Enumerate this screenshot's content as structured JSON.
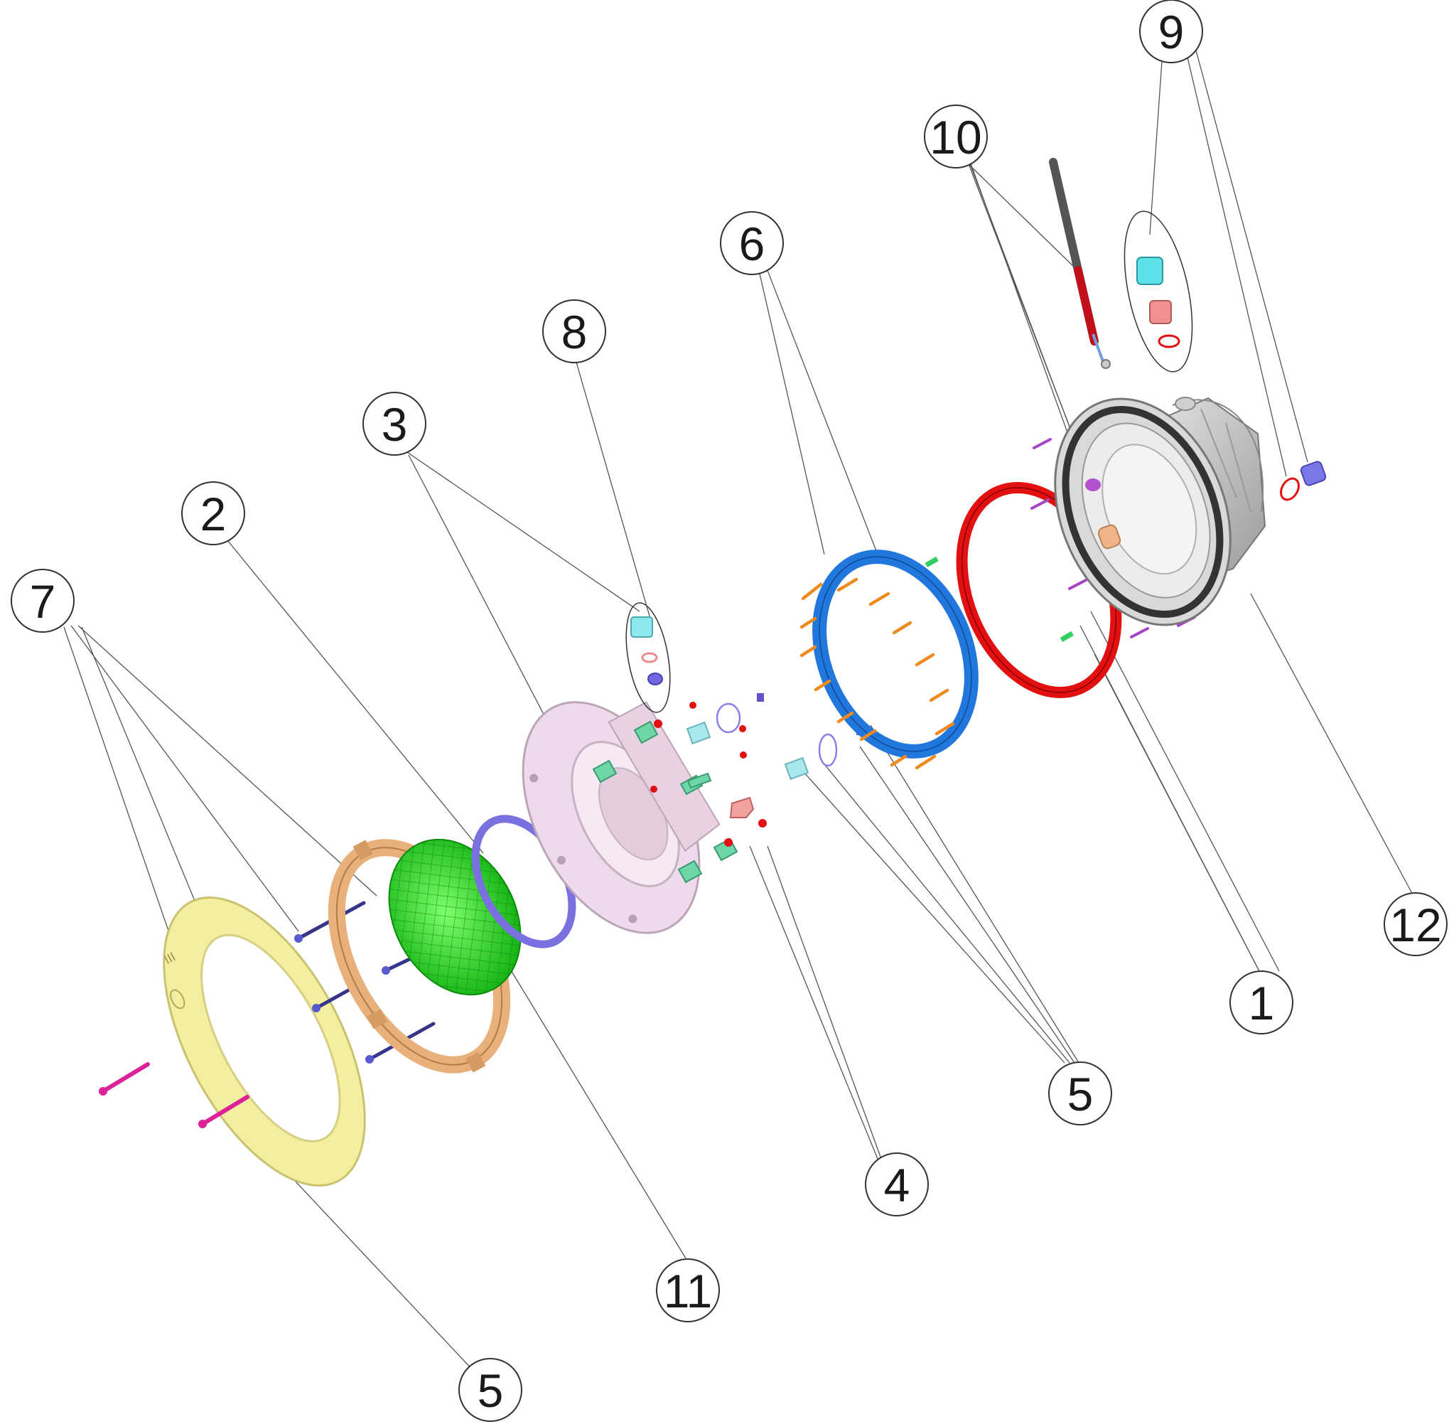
{
  "callouts": [
    {
      "id": "c1",
      "label": "1"
    },
    {
      "id": "c2",
      "label": "2"
    },
    {
      "id": "c3",
      "label": "3"
    },
    {
      "id": "c4",
      "label": "4"
    },
    {
      "id": "c5a",
      "label": "5"
    },
    {
      "id": "c5b",
      "label": "5"
    },
    {
      "id": "c6",
      "label": "6"
    },
    {
      "id": "c7",
      "label": "7"
    },
    {
      "id": "c8",
      "label": "8"
    },
    {
      "id": "c9",
      "label": "9"
    },
    {
      "id": "c10",
      "label": "10"
    },
    {
      "id": "c11",
      "label": "11"
    },
    {
      "id": "c12",
      "label": "12"
    }
  ],
  "colors": {
    "bezel": "#f3ef9e",
    "bracket": "#e8b07a",
    "lamp": "#2ce52c",
    "gasket_small": "#7a70e0",
    "lamp_holder": "#efd9ec",
    "clips": "#6fd6a8",
    "flange_ring": "#2277dd",
    "seal_ring": "#e21010",
    "housing": "#bfbfbf",
    "screws_orange": "#ee8a1e",
    "screws_purple": "#a844c8",
    "cable": "#555555",
    "cable_sheath": "#c0101a",
    "long_screw": "#dd2299",
    "nut_cyan": "#5ee0e8",
    "nut_pink": "#f09090"
  }
}
